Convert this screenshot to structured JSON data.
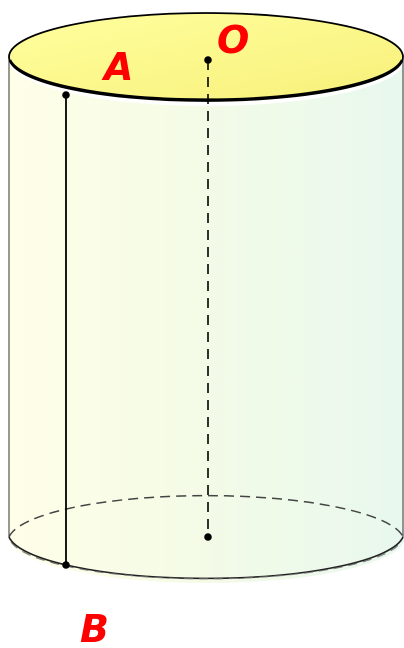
{
  "figure": {
    "labels": {
      "A": "A",
      "O": "O",
      "B": "B"
    }
  },
  "colors": {
    "label": "#ff0000",
    "top_fill": "#ffff99",
    "body_fill_left": "#ffffee",
    "body_fill_right": "#ecfaf0",
    "outline": "#000000",
    "hidden_edge": "#555555"
  }
}
